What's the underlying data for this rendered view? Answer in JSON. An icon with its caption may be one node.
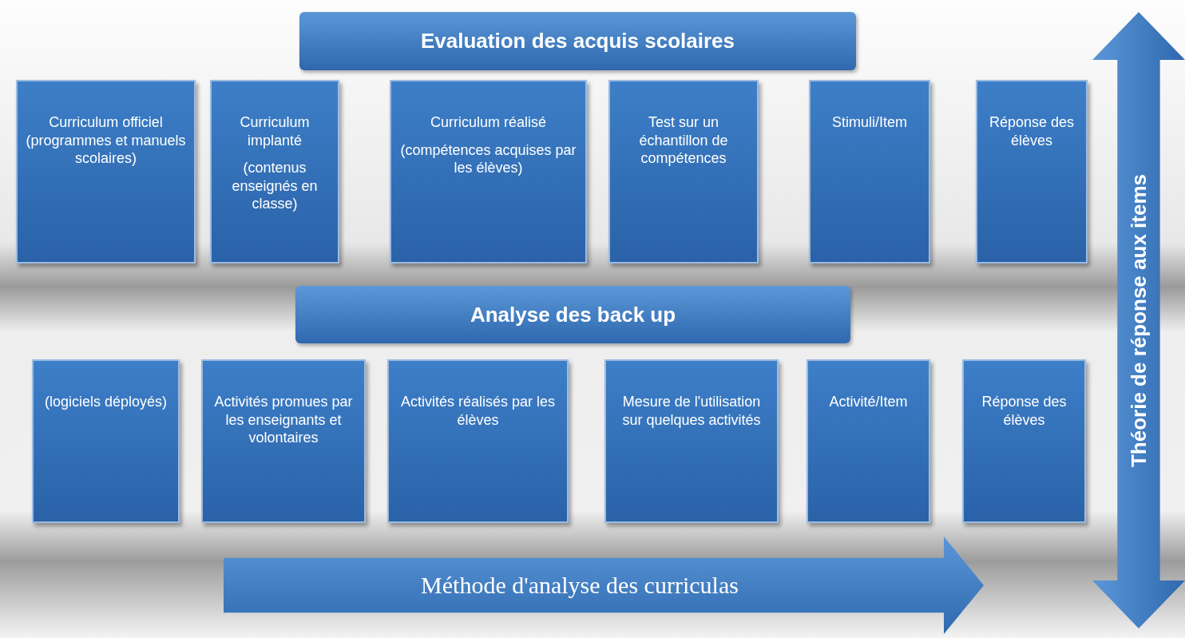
{
  "diagram": {
    "nodes": [
      {
        "text": [
          "Evaluation des acquis scolaires"
        ]
      },
      {
        "text": [
          "Curriculum officiel (programmes et manuels scolaires)"
        ]
      },
      {
        "text": [
          "Curriculum implanté",
          "(contenus enseignés en classe)"
        ]
      },
      {
        "text": [
          "Curriculum réalisé",
          "(compétences acquises par les élèves)"
        ]
      },
      {
        "text": [
          "Test sur un échantillon de compétences"
        ]
      },
      {
        "text": [
          "Stimuli/Item"
        ]
      },
      {
        "text": [
          "Réponse des élèves"
        ]
      },
      {
        "text": [
          "Analyse des back up"
        ]
      },
      {
        "text": [
          "(logiciels déployés)"
        ]
      },
      {
        "text": [
          "Activités promues par les enseignants et volontaires"
        ]
      },
      {
        "text": [
          "Activités réalisés par les élèves"
        ]
      },
      {
        "text": [
          "Mesure de l'utilisation sur quelques activités"
        ]
      },
      {
        "text": [
          "Activité/Item"
        ]
      },
      {
        "text": [
          "Réponse des élèves"
        ]
      },
      {
        "text": [
          "Méthode d'analyse des curriculas"
        ]
      },
      {
        "text": [
          "Théorie de réponse aux items"
        ]
      }
    ]
  }
}
